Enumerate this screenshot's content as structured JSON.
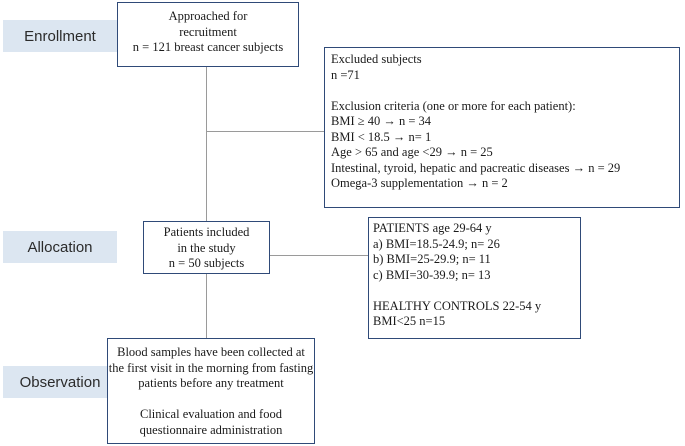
{
  "stages": {
    "enrollment": "Enrollment",
    "allocation": "Allocation",
    "observation": "Observation"
  },
  "recruitment_box": {
    "lines": [
      "Approached for",
      "recruitment",
      "n = 121 breast cancer subjects"
    ]
  },
  "excluded_box": {
    "title": "Excluded subjects",
    "count": " n =71",
    "criteria_heading": "Exclusion criteria (one or more for each patient):",
    "criteria": [
      "BMI ≥ 40 → n = 34",
      "BMI < 18.5 → n= 1",
      " Age > 65 and age <29 → n = 25",
      "Intestinal, tyroid, hepatic and pacreatic diseases → n = 29",
      "Omega-3 supplementation → n = 2"
    ]
  },
  "included_box": {
    "lines": [
      "Patients included",
      "in the study",
      "n = 50 subjects"
    ]
  },
  "groups_box": {
    "patients_heading": "PATIENTS age 29-64 y",
    "patients": [
      "a) BMI=18.5-24.9; n= 26",
      "b) BMI=25-29.9; n= 11",
      "c) BMI=30-39.9; n= 13"
    ],
    "controls_heading": "HEALTHY CONTROLS 22-54 y",
    "controls": "BMI<25 n=15"
  },
  "observation_box": {
    "lines": [
      "Blood samples have been collected at",
      "the first visit in the morning from fasting",
      "patients before any treatment"
    ],
    "lines2": [
      "Clinical evaluation and food",
      "questionnaire administration"
    ]
  },
  "colors": {
    "box_border": "#2f4a78",
    "stage_fill": "#dce6f1",
    "connector": "#9a9a9a"
  }
}
